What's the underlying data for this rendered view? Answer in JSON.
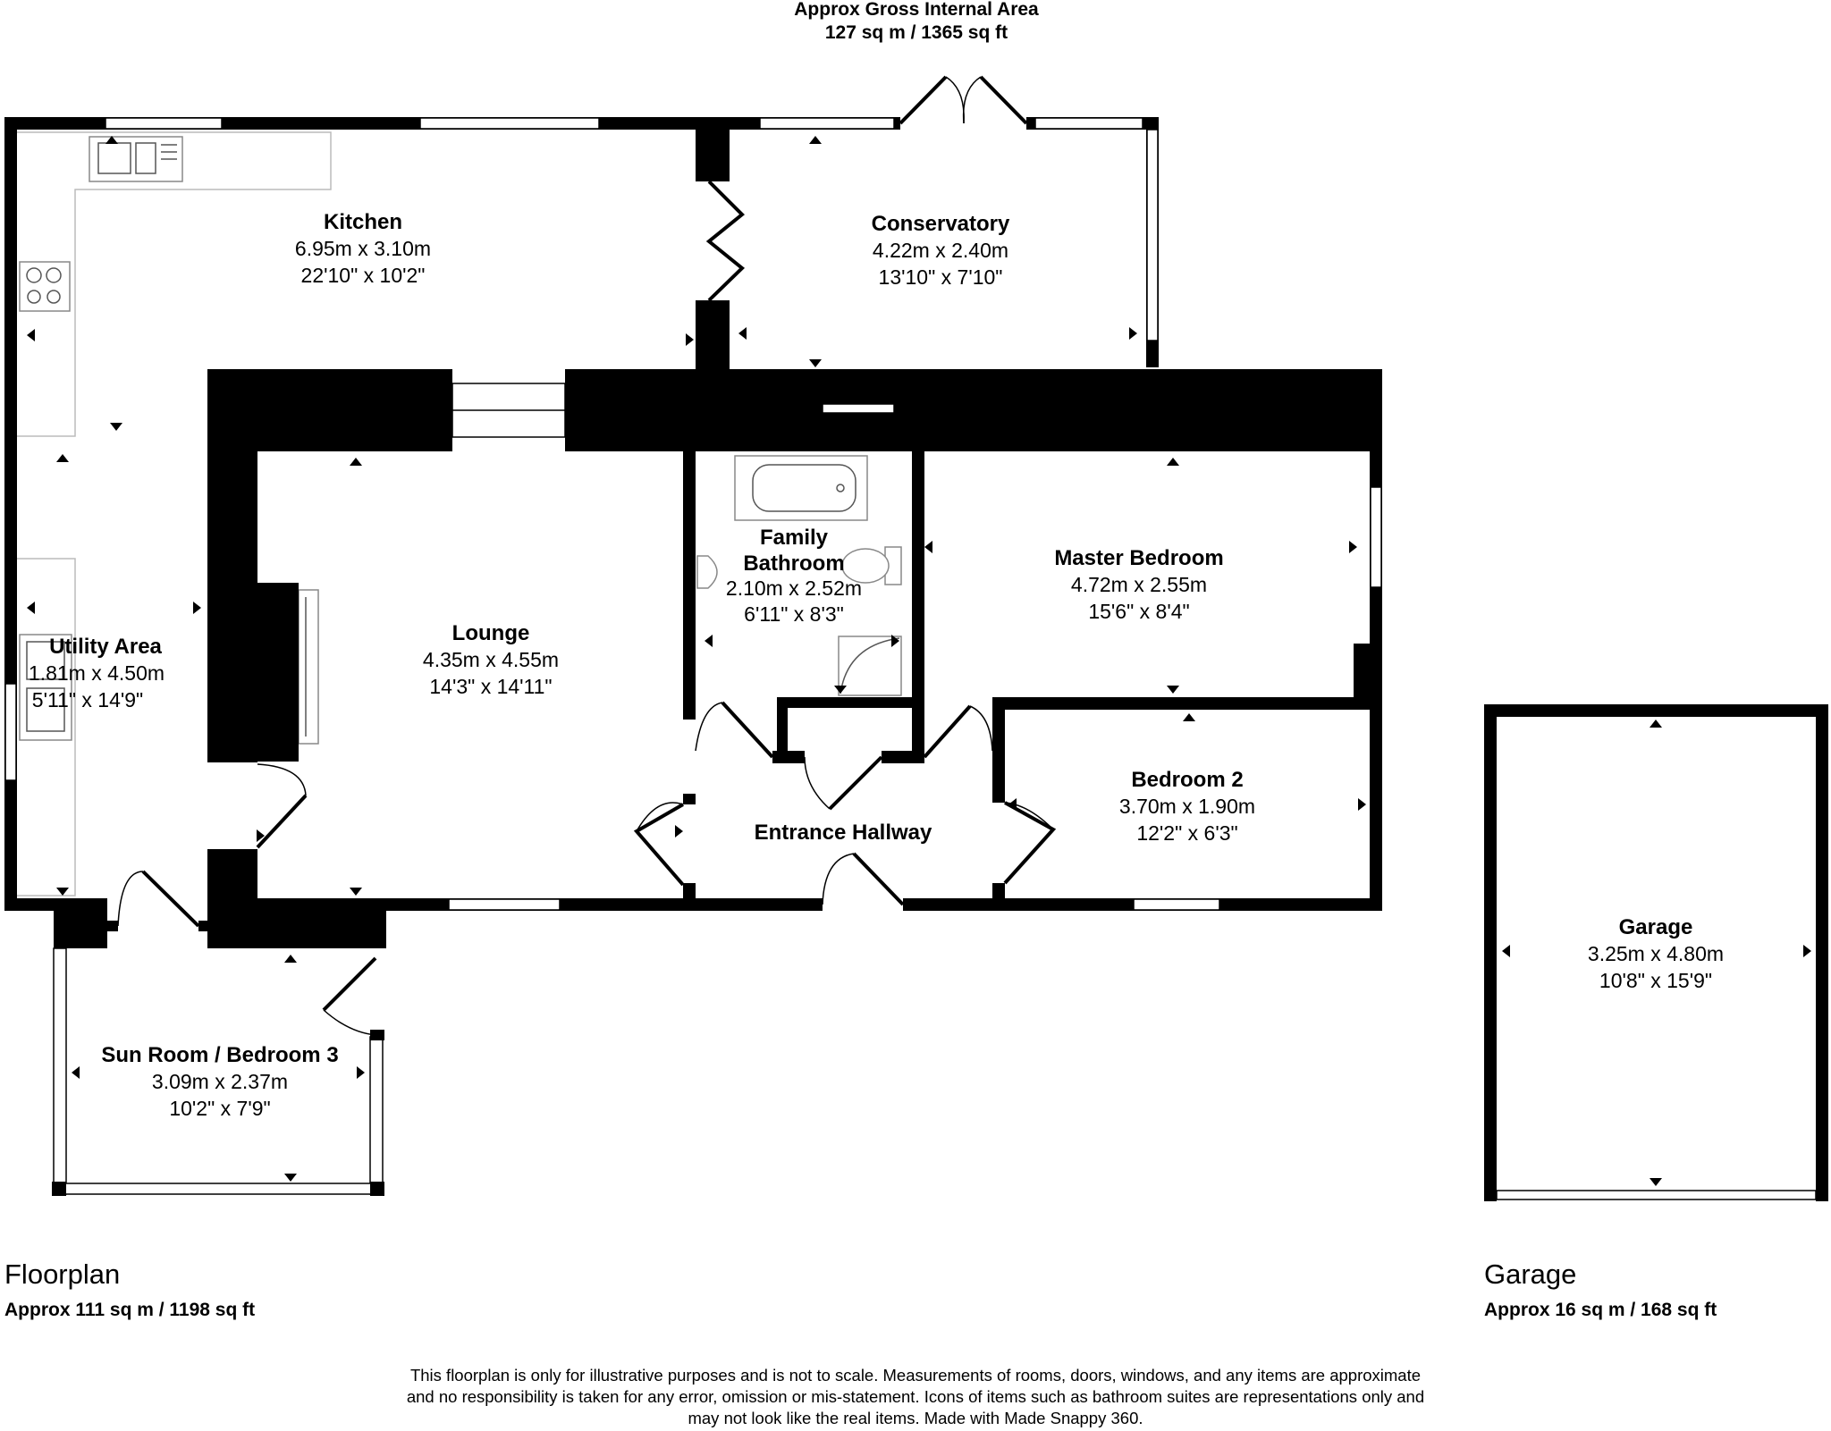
{
  "header": {
    "line1": "Approx Gross Internal Area",
    "line2": "127 sq m / 1365 sq ft"
  },
  "rooms": [
    {
      "id": "kitchen",
      "name": "Kitchen",
      "metric": "6.95m x 3.10m",
      "imperial": "22'10\" x 10'2\""
    },
    {
      "id": "conservatory",
      "name": "Conservatory",
      "metric": "4.22m x 2.40m",
      "imperial": "13'10\" x 7'10\""
    },
    {
      "id": "family-bathroom",
      "name": "Family",
      "name2": "Bathroom",
      "metric": "2.10m x 2.52m",
      "imperial": "6'11\" x 8'3\""
    },
    {
      "id": "master-bedroom",
      "name": "Master Bedroom",
      "metric": "4.72m x 2.55m",
      "imperial": "15'6\" x 8'4\""
    },
    {
      "id": "utility-area",
      "name": "Utility Area",
      "metric": "1.81m x 4.50m",
      "imperial": "5'11\" x 14'9\""
    },
    {
      "id": "lounge",
      "name": "Lounge",
      "metric": "4.35m x 4.55m",
      "imperial": "14'3\" x 14'11\""
    },
    {
      "id": "bedroom-2",
      "name": "Bedroom 2",
      "metric": "3.70m x 1.90m",
      "imperial": "12'2\" x 6'3\""
    },
    {
      "id": "entrance-hallway",
      "name": "Entrance Hallway"
    },
    {
      "id": "sun-room",
      "name": "Sun Room / Bedroom 3",
      "metric": "3.09m x 2.37m",
      "imperial": "10'2\" x 7'9\""
    },
    {
      "id": "garage",
      "name": "Garage",
      "metric": "3.25m x 4.80m",
      "imperial": "10'8\" x 15'9\""
    }
  ],
  "sections": {
    "floorplan": {
      "title": "Floorplan",
      "area": "Approx 111 sq m / 1198 sq ft"
    },
    "garage": {
      "title": "Garage",
      "area": "Approx 16 sq m / 168 sq ft"
    }
  },
  "disclaimer": {
    "line1": "This floorplan is only for illustrative purposes and is not to scale. Measurements of rooms, doors, windows, and any items are approximate",
    "line2": "and no responsibility is taken for any error, omission or mis-statement. Icons of items such as bathroom suites are representations only and",
    "line3": "may not look like the real items. Made with Made Snappy 360."
  }
}
